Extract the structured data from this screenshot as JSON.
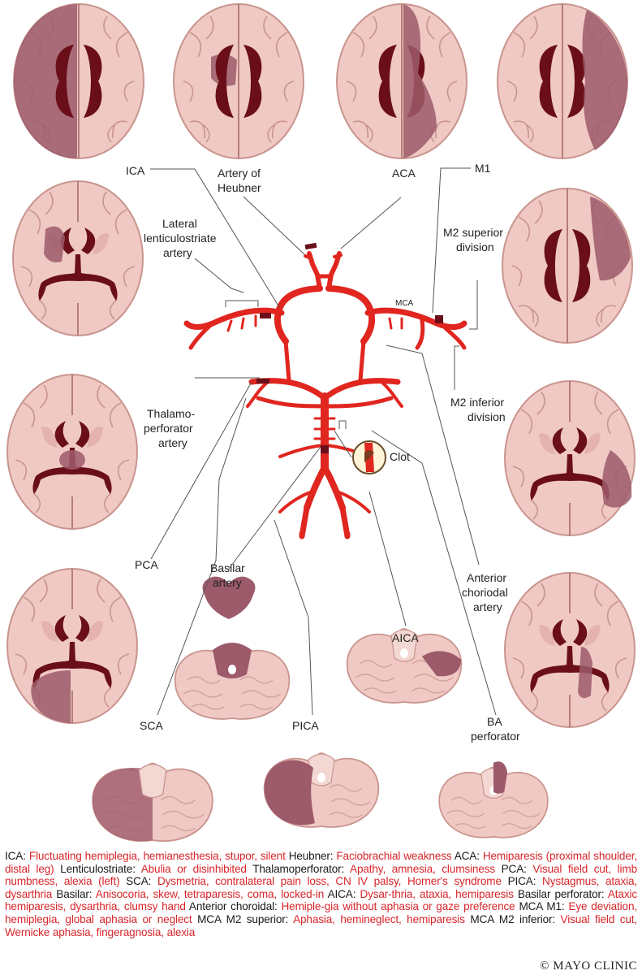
{
  "labels": {
    "ica": "ICA",
    "heubner_1": "Artery of",
    "heubner_2": "Heubner",
    "aca": "ACA",
    "m1": "M1",
    "lenticulo_1": "Lateral",
    "lenticulo_2": "lenticulostriate",
    "lenticulo_3": "artery",
    "m2sup_1": "M2 superior",
    "m2sup_2": "division",
    "mca": "MCA",
    "m2inf_1": "M2 inferior",
    "m2inf_2": "division",
    "thalamo_1": "Thalamo-",
    "thalamo_2": "perforator",
    "thalamo_3": "artery",
    "clot": "Clot",
    "pca": "PCA",
    "basilar_1": "Basilar",
    "basilar_2": "artery",
    "anterior_1": "Anterior",
    "anterior_2": "choriodal",
    "anterior_3": "artery",
    "aica": "AICA",
    "sca": "SCA",
    "pica": "PICA",
    "ba_1": "BA",
    "ba_2": "perforator"
  },
  "legend": [
    {
      "key": "ICA: ",
      "val": "Fluctuating hemiplegia, hemianesthesia, stupor, silent"
    },
    {
      "key": " Heubner: ",
      "val": "Faciobrachial weakness"
    },
    {
      "key": " ACA: ",
      "val": "Hemiparesis (proximal shoulder, distal leg)"
    },
    {
      "key": " Lenticulostriate: ",
      "val": "Abulia or disinhibited"
    },
    {
      "key": " Thalamoperforator: ",
      "val": "Apathy, amnesia, clumsiness"
    },
    {
      "key": " PCA: ",
      "val": "Visual field cut, limb numbness, alexia (left)"
    },
    {
      "key": " SCA: ",
      "val": "Dysmetria, contralateral pain loss, CN IV palsy, Horner's syndrome"
    },
    {
      "key": " PICA: ",
      "val": "Nystagmus, ataxia, dysarthria"
    },
    {
      "key": " Basilar: ",
      "val": "Anisocoria, skew, tetraparesis, coma, locked-in"
    },
    {
      "key": " AICA: ",
      "val": "Dysar-thria, ataxia, hemiparesis"
    },
    {
      "key": " Basilar perforator: ",
      "val": "Ataxic hemiparesis, dysarthria, clumsy hand"
    },
    {
      "key": " Anterior choroidal: ",
      "val": "Hemiple-gia without aphasia or gaze preference"
    },
    {
      "key": " MCA M1: ",
      "val": "Eye deviation, hemiplegia, global aphasia or neglect"
    },
    {
      "key": " MCA M2 superior: ",
      "val": "Aphasia, hemineglect, hemiparesis"
    },
    {
      "key": " MCA M2 inferior: ",
      "val": "Visual field cut, Wernicke aphasia, fingeragnosia, alexia"
    }
  ],
  "credit": "© MAYO CLINIC",
  "colors": {
    "brain": "#f0c9c4",
    "brain_edge": "#c9958f",
    "infarct": "#9c5a6a",
    "ventricle": "#6a0f1a",
    "artery": "#e0261f",
    "legend_value": "#d8262b"
  }
}
